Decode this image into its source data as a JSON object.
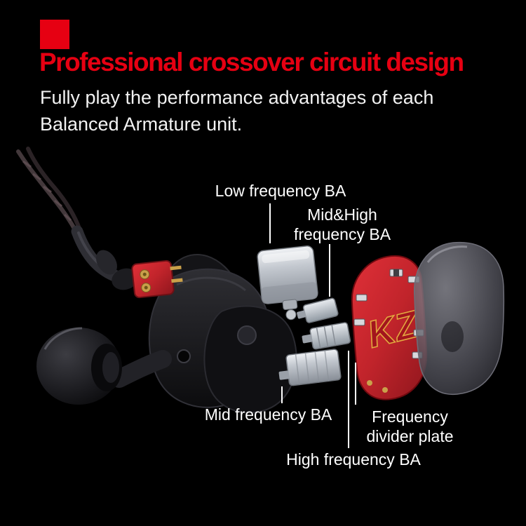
{
  "header": {
    "title": "Professional crossover circuit design",
    "subtitle_line1": "Fully play the performance advantages of each",
    "subtitle_line2": "Balanced Armature unit."
  },
  "callouts": {
    "low": {
      "text": "Low frequency BA"
    },
    "mid_high": {
      "line1": "Mid&High",
      "line2": "frequency BA"
    },
    "mid": {
      "text": "Mid frequency BA"
    },
    "divider": {
      "line1": "Frequency",
      "line2": "divider plate"
    },
    "high": {
      "text": "High frequency BA"
    }
  },
  "diagram": {
    "plate_logo": "KZ",
    "components": [
      "twisted-cable",
      "ear-hook",
      "two-pin-connector",
      "earphone-body",
      "ear-tip",
      "low-frequency-driver",
      "mid-high-frequency-driver",
      "high-frequency-driver",
      "mid-frequency-driver",
      "frequency-divider-plate",
      "smoke-shell"
    ]
  },
  "colors": {
    "background": "#000000",
    "heading_red": "#e60012",
    "text_white": "#f2f2f2",
    "plate_red": "#c1242b",
    "gold": "#caa04a",
    "driver_silver": "#c3c8cf"
  }
}
